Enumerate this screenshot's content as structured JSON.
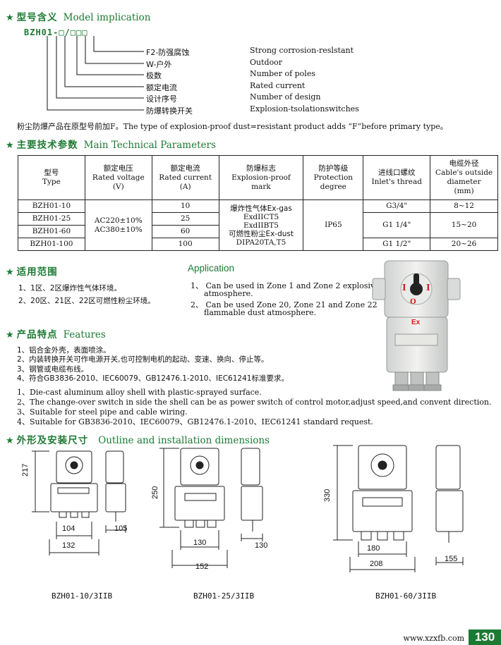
{
  "model_implication": {
    "title_cn": "型号含义",
    "title_en": "Model implication",
    "code": "BZH01-□/□□□",
    "rows": [
      {
        "cn": "F2-防强腐蚀",
        "en": "Strong corrosion-reslstant"
      },
      {
        "cn": "W-户外",
        "en": "Outdoor"
      },
      {
        "cn": "极数",
        "en": "Number of poles"
      },
      {
        "cn": "额定电流",
        "en": "Rated current"
      },
      {
        "cn": "设计序号",
        "en": "Number of design"
      },
      {
        "cn": "防爆转换开关",
        "en": "Explosion-tsolationswitches"
      }
    ],
    "note": "粉尘防爆产品在原型号前加F。The type of explosion-proof dust=resistant product adds “F”before primary type。"
  },
  "technical": {
    "title_cn": "主要技术参数",
    "title_en": "Main Technical Parameters",
    "headers": [
      {
        "cn": "型号",
        "en": "Type"
      },
      {
        "cn": "额定电压",
        "en": "Rated voltage",
        "unit": "(V)"
      },
      {
        "cn": "额定电流",
        "en": "Rated current",
        "unit": "(A)"
      },
      {
        "cn": "防爆标志",
        "en": "Explosion-proof",
        "en2": "mark"
      },
      {
        "cn": "防护等级",
        "en": "Protection",
        "en2": "degree"
      },
      {
        "cn": "进线口螺纹",
        "en": "Inlet's thread"
      },
      {
        "cn": "电缆外径",
        "en": "Cable's outside",
        "en2": "diameter",
        "unit": "(mm)"
      }
    ],
    "types": [
      "BZH01-10",
      "BZH01-25",
      "BZH01-60",
      "BZH01-100"
    ],
    "voltage": [
      "AC220±10%",
      "AC380±10%"
    ],
    "currents": [
      "10",
      "25",
      "60",
      "100"
    ],
    "mark": [
      "爆炸性气体Ex-gas",
      "ExdIICT5",
      "ExdIIBT5",
      "可燃性粉尘Ex-dust",
      "DIPA20TA,T5"
    ],
    "protection": "IP65",
    "threads": [
      "G3/4\"",
      "G1 1/4\"",
      "G1 1/2\""
    ],
    "diameters": [
      "8~12",
      "15~20",
      "20~26"
    ]
  },
  "application": {
    "title_cn": "适用范围",
    "title_en": "Application",
    "items_cn": [
      "1、1区、2区爆炸性气体环境。",
      "2、20区、21区、22区可燃性粉尘环境。"
    ],
    "items_en": [
      "1、 Can be used in Zone 1 and Zone 2 explosive",
      "atmosphere.",
      "2、 Can be used Zone 20, Zone 21 and Zone 22",
      "flammable dust atmosphere."
    ]
  },
  "features": {
    "title_cn": "产品特点",
    "title_en": "Features",
    "items_cn": [
      "1、铝合金外壳，表面喷涂。",
      "2、内装转换开关可作电源开关,也可控制电机的起动、变速、换向、停止等。",
      "3、钢管或电缆布线。",
      "4、符合GB3836-2010、IEC60079、GB12476.1-2010、IEC61241标准要求。"
    ],
    "items_en": [
      "1、Die-cast aluminum alloy shell with plastic-sprayed surface.",
      "2、The change-over switch in side the shell can be as power switch of control motor,adjust speed,and convent direction.",
      "3、Suitable for steel pipe and cable wiring.",
      "4、Suitable for GB3836-2010、IEC60079、GB12476.1-2010、IEC61241 standard request."
    ]
  },
  "outline": {
    "title_cn": "外形及安装尺寸",
    "title_en": "Outline and installation dimensions",
    "drawings": [
      {
        "caption": "BZH01-10/3IIB",
        "height": "217",
        "inner_width": "104",
        "outer_width": "132",
        "side_width": "105"
      },
      {
        "caption": "BZH01-25/3IIB",
        "height": "250",
        "inner_width": "130",
        "outer_width": "152",
        "side_width": "130"
      },
      {
        "caption": "BZH01-60/3IIB",
        "height": "330",
        "inner_width": "180",
        "outer_width": "208",
        "side_width": "155"
      }
    ]
  },
  "product_photo": {
    "marks": [
      "I",
      "O",
      "I",
      "Ex"
    ]
  },
  "footer": {
    "url": "www.xzxfb.com",
    "page": "130"
  },
  "colors": {
    "accent": "#1d7a34",
    "ex_red": "#d42020"
  }
}
